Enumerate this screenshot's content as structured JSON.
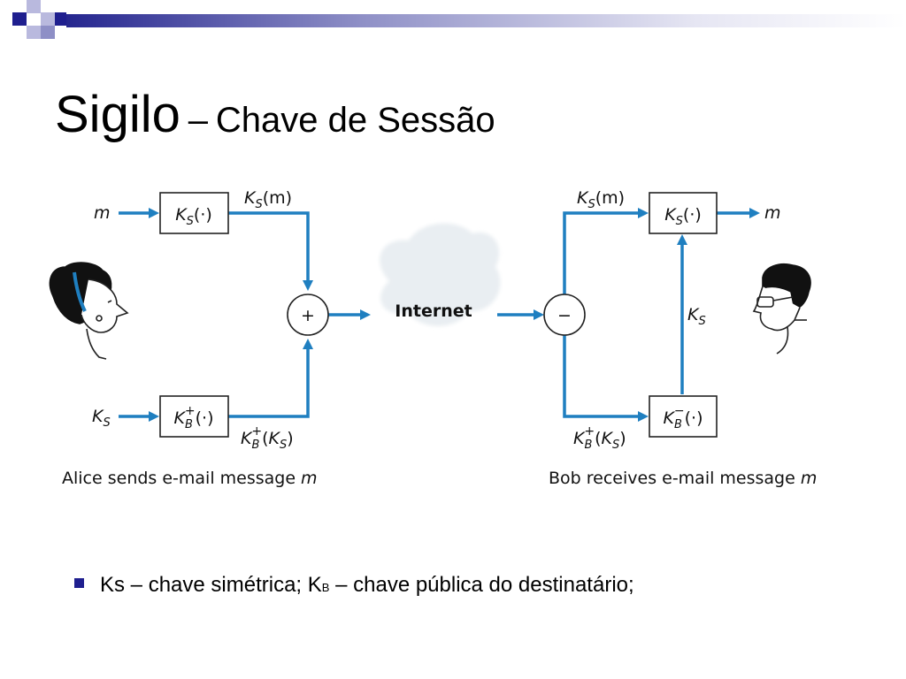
{
  "slide": {
    "title_main": "Sigilo",
    "title_sep": "–",
    "title_sub": "Chave de Sessão"
  },
  "diagram": {
    "m": "m",
    "K": "K",
    "S": "S",
    "B": "B",
    "plus_sup": "+",
    "minus_sup": "−",
    "dot_arg": "(·)",
    "m_arg": "(m)",
    "open_paren": "(",
    "close_paren": ")",
    "plus_sign": "+",
    "minus_sign": "−",
    "internet": "Internet",
    "alice_caption": "Alice sends e-mail message",
    "bob_caption": "Bob receives e-mail message"
  },
  "bullets": [
    {
      "part1": "Ks – chave simétrica; K",
      "sub": "B",
      "part2": " – chave pública do destinatário;"
    }
  ],
  "colors": {
    "flow": "#1f7fc0",
    "banner_dark": "#1f1f8f",
    "banner_mid": "#8e8fc6",
    "cloud": "#e9eef2"
  }
}
